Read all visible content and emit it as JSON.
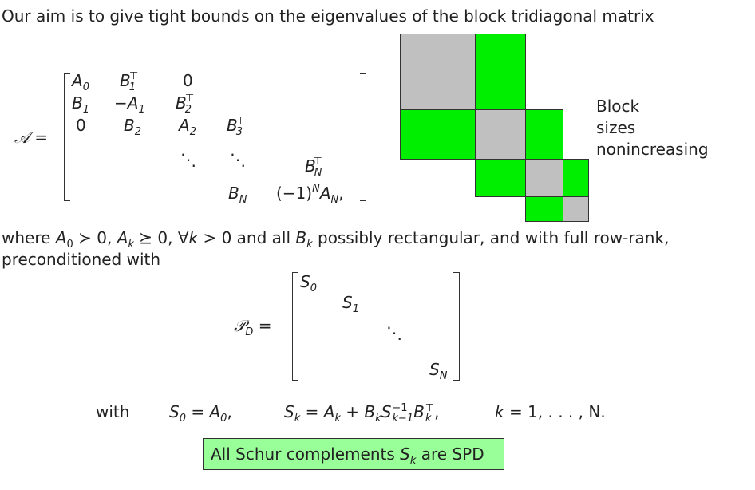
{
  "intro": "Our aim is to give tight bounds on the eigenvalues of the block tridiagonal matrix",
  "matrix_A": {
    "lhs": "𝒜 =",
    "row1": {
      "c1": "A",
      "c1_sub": "0",
      "c2": "B",
      "c2_sub": "1",
      "c2_sup": "⊤",
      "c3": "0"
    },
    "row2": {
      "c1": "B",
      "c1_sub": "1",
      "c2": "−A",
      "c2_sub": "1",
      "c3": "B",
      "c3_sub": "2",
      "c3_sup": "⊤"
    },
    "row3": {
      "c1": "0",
      "c2": "B",
      "c2_sub": "2",
      "c3": "A",
      "c3_sub": "2",
      "c4": "B",
      "c4_sub": "3",
      "c4_sup": "⊤"
    },
    "row4": {
      "c3": "⋱",
      "c4": "⋱",
      "c5": "B",
      "c5_sub": "N",
      "c5_sup": "⊤"
    },
    "row5": {
      "c4": "B",
      "c4_sub": "N",
      "c5_pre": "(−1)",
      "c5_pre_sup": "N",
      "c5": "A",
      "c5_sub": "N",
      "c5_post": ","
    }
  },
  "block_note": {
    "line1": "Block",
    "line2": "sizes",
    "line3": "nonincreasing"
  },
  "where_line1": {
    "where": "where ",
    "a0": "A",
    "a0_sub": "0",
    "succ": " ≻ 0,  ",
    "ak": "A",
    "ak_sub": "k",
    "succeq": " ⪰ 0, ∀",
    "k": "k",
    "gt": " > 0",
    "and": " and all ",
    "bk": "B",
    "bk_sub": "k",
    "rest": " possibly rectangular, and with full row-rank,"
  },
  "where_line2": "preconditioned with",
  "matrix_P": {
    "lhs": "𝒫",
    "lhs_sub": "D",
    "eq": " =",
    "s0": "S",
    "s0_sub": "0",
    "s1": "S",
    "s1_sub": "1",
    "dots": "⋱",
    "sn": "S",
    "sn_sub": "N"
  },
  "with_line": {
    "with": "with",
    "s0": "S",
    "s0_sub": "0",
    "s0_eq": " = ",
    "a0": "A",
    "a0_sub": "0",
    "comma": ",",
    "sk": "S",
    "sk_sub": "k",
    "sk_eq": " = ",
    "ak": "A",
    "ak_sub": "k",
    "plus": " + ",
    "bk": "B",
    "bk_sub": "k",
    "skm": "S",
    "skm_sup": "−1",
    "skm_sub": "k−1",
    "bkt": "B",
    "bkt_sub": "k",
    "bkt_sup": "⊤",
    "comma2": ",",
    "range_k": "k",
    "range": " = 1, . . . , N."
  },
  "highlight": {
    "pre": "All Schur complements ",
    "s": "S",
    "s_sub": "k",
    "post": " are SPD"
  },
  "colors": {
    "green": "#00ee00",
    "gray": "#c0c0c0",
    "box": "#99ff99"
  }
}
